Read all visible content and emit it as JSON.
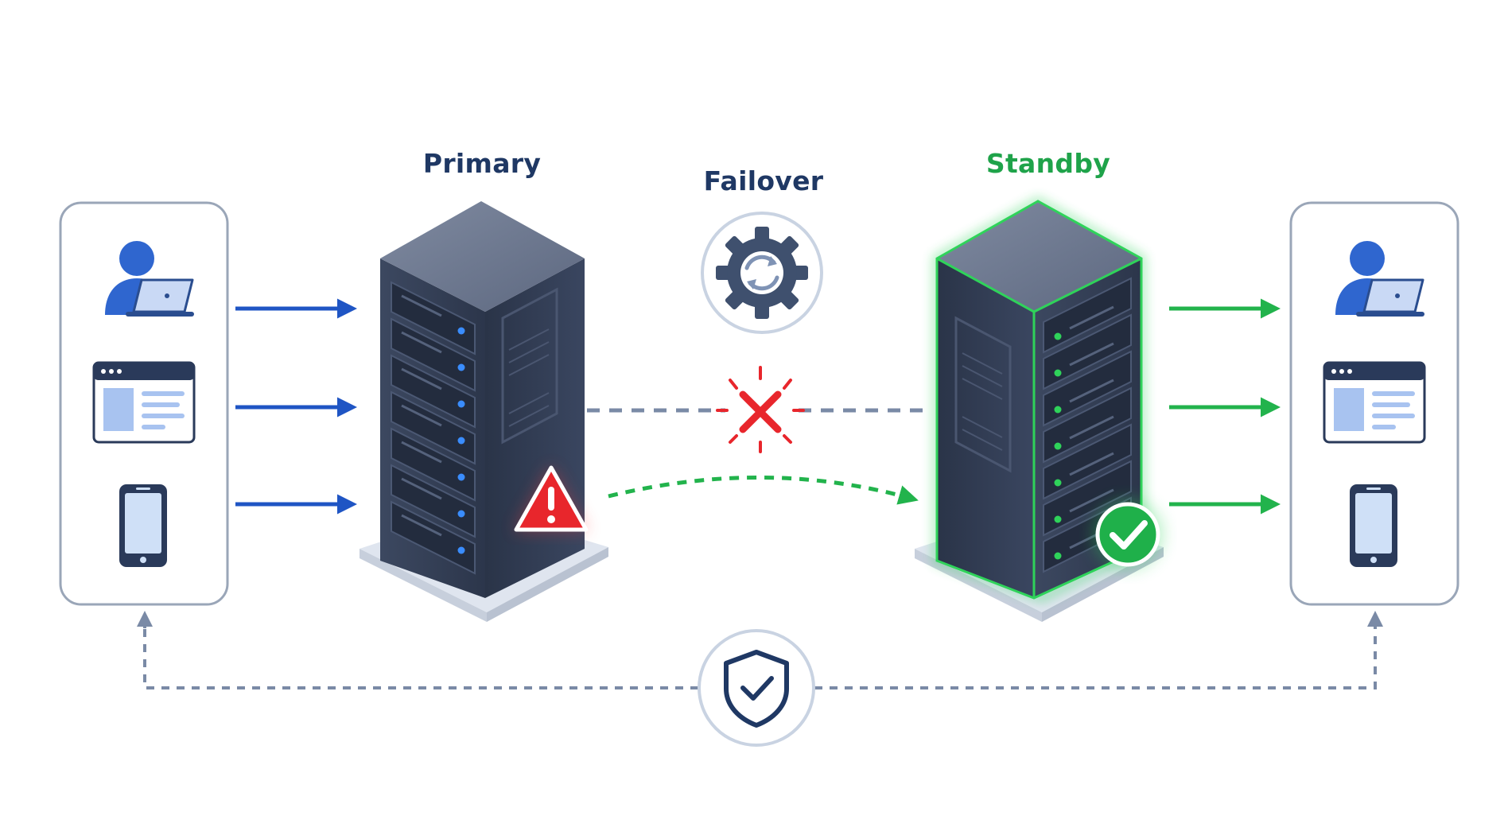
{
  "labels": {
    "primary": "Primary",
    "failover": "Failover",
    "standby": "Standby"
  },
  "icons": {
    "client_user": "user-laptop-icon",
    "client_browser": "browser-window-icon",
    "client_phone": "smartphone-icon",
    "failover": "gear-sync-icon",
    "broken_link": "red-x-icon",
    "primary_status": "warning-triangle-icon",
    "standby_status": "check-circle-icon",
    "security": "shield-check-icon"
  },
  "colors": {
    "primary_label": "#1f3864",
    "standby_label": "#1fa34a",
    "request_arrow": "#1f55c4",
    "recovered_arrow": "#22b34c",
    "dashed_link": "#7a8aa6",
    "error": "#e8262c",
    "success": "#1fb04a",
    "server_body": "#2e3a50",
    "panel_border": "#9aa6b8"
  }
}
